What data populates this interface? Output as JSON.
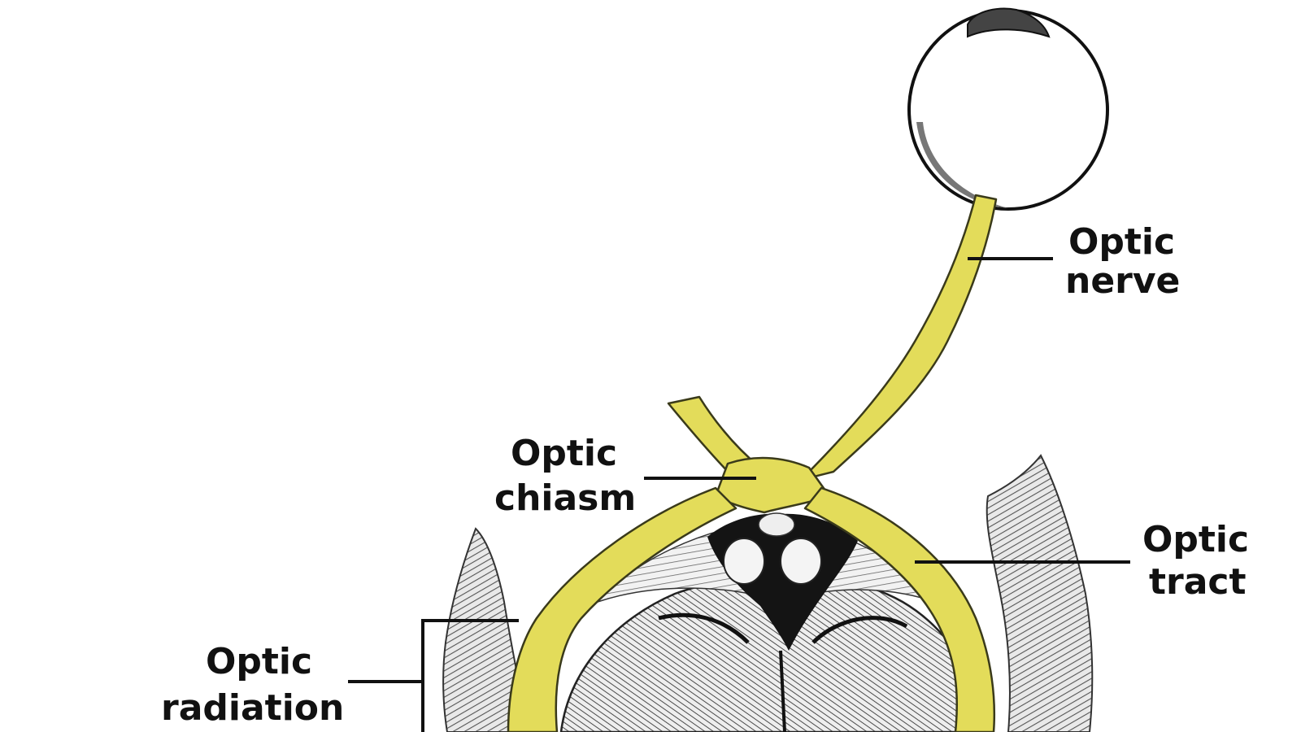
{
  "labels": {
    "optic_nerve": {
      "line1": "Optic",
      "line2": "nerve"
    },
    "optic_chiasm": {
      "line1": "Optic",
      "line2": "chiasm"
    },
    "optic_tract": {
      "line1": "Optic",
      "line2": "tract"
    },
    "optic_radiation": {
      "line1": "Optic",
      "line2": "radiation"
    }
  },
  "colors": {
    "background": "#ffffff",
    "nerve_fill": "#e3dc5a",
    "nerve_outline": "#3a3a1a",
    "ink": "#111111",
    "brain_shade": "#5a5a5a",
    "brain_light": "#d8d8d8"
  }
}
